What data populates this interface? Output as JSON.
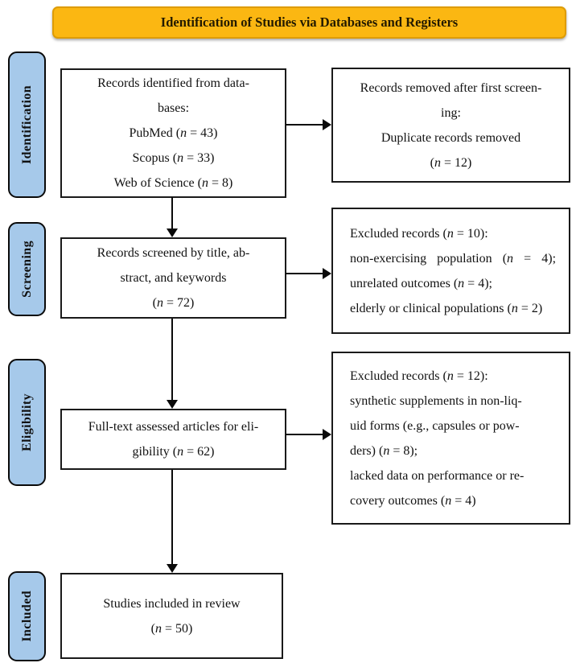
{
  "header": {
    "title": "Identification of Studies via Databases and Registers"
  },
  "colors": {
    "header_fill": "#FBB712",
    "header_border": "#DE9C05",
    "header_text": "#231A00",
    "stage_fill": "#A6C9EA",
    "stage_border": "#0A0A0A",
    "box_border": "#1A1A1A",
    "arrow": "#0A0A0A"
  },
  "stages": [
    {
      "label": "Identification"
    },
    {
      "label": "Screening"
    },
    {
      "label": "Eligibility"
    },
    {
      "label": "Included"
    }
  ],
  "boxes": {
    "identified": {
      "lines": [
        {
          "segs": [
            {
              "t": "Records identified from data-"
            }
          ]
        },
        {
          "segs": [
            {
              "t": "bases:"
            }
          ]
        },
        {
          "segs": [
            {
              "t": "PubMed ("
            },
            {
              "t": "n",
              "i": true
            },
            {
              "t": " = 43)"
            }
          ]
        },
        {
          "segs": [
            {
              "t": "Scopus ("
            },
            {
              "t": "n",
              "i": true
            },
            {
              "t": " = 33)"
            }
          ]
        },
        {
          "segs": [
            {
              "t": "Web of Science ("
            },
            {
              "t": "n",
              "i": true
            },
            {
              "t": " = 8)"
            }
          ]
        }
      ]
    },
    "dup_removed": {
      "lines": [
        {
          "segs": [
            {
              "t": "Records removed after first screen-"
            }
          ]
        },
        {
          "segs": [
            {
              "t": "ing:"
            }
          ]
        },
        {
          "segs": [
            {
              "t": "Duplicate records removed"
            }
          ]
        },
        {
          "segs": [
            {
              "t": "("
            },
            {
              "t": "n",
              "i": true
            },
            {
              "t": " = 12)"
            }
          ]
        }
      ]
    },
    "screened": {
      "lines": [
        {
          "segs": [
            {
              "t": "Records screened by title, ab-"
            }
          ]
        },
        {
          "segs": [
            {
              "t": "stract, and keywords"
            }
          ]
        },
        {
          "segs": [
            {
              "t": "("
            },
            {
              "t": "n",
              "i": true
            },
            {
              "t": " = 72)"
            }
          ]
        }
      ]
    },
    "excluded_screening": {
      "lines": [
        {
          "segs": [
            {
              "t": "Excluded records ("
            },
            {
              "t": "n",
              "i": true
            },
            {
              "t": " = 10):"
            }
          ]
        },
        {
          "segs": [
            {
              "t": "non-exercising population ("
            },
            {
              "t": "n",
              "i": true
            },
            {
              "t": " = 4);"
            }
          ],
          "justify": true
        },
        {
          "segs": [
            {
              "t": "unrelated outcomes ("
            },
            {
              "t": "n",
              "i": true
            },
            {
              "t": " = 4);"
            }
          ]
        },
        {
          "segs": [
            {
              "t": "elderly or clinical populations ("
            },
            {
              "t": "n",
              "i": true
            },
            {
              "t": " = 2)"
            }
          ]
        }
      ]
    },
    "fulltext": {
      "lines": [
        {
          "segs": [
            {
              "t": "Full-text assessed articles for eli-"
            }
          ]
        },
        {
          "segs": [
            {
              "t": "gibility ("
            },
            {
              "t": "n",
              "i": true
            },
            {
              "t": " = 62)"
            }
          ]
        }
      ]
    },
    "excluded_eligibility": {
      "lines": [
        {
          "segs": [
            {
              "t": "Excluded records ("
            },
            {
              "t": "n",
              "i": true
            },
            {
              "t": " = 12):"
            }
          ]
        },
        {
          "segs": [
            {
              "t": "synthetic supplements in non-liq-"
            }
          ]
        },
        {
          "segs": [
            {
              "t": "uid forms (e.g., capsules or pow-"
            }
          ]
        },
        {
          "segs": [
            {
              "t": "ders) ("
            },
            {
              "t": "n",
              "i": true
            },
            {
              "t": " = 8);"
            }
          ]
        },
        {
          "segs": [
            {
              "t": "lacked data on performance or re-"
            }
          ]
        },
        {
          "segs": [
            {
              "t": "covery outcomes ("
            },
            {
              "t": "n",
              "i": true
            },
            {
              "t": " = 4)"
            }
          ]
        }
      ]
    },
    "included": {
      "lines": [
        {
          "segs": [
            {
              "t": "Studies included in review"
            }
          ]
        },
        {
          "segs": [
            {
              "t": "("
            },
            {
              "t": "n",
              "i": true
            },
            {
              "t": " = 50)"
            }
          ]
        }
      ]
    }
  }
}
